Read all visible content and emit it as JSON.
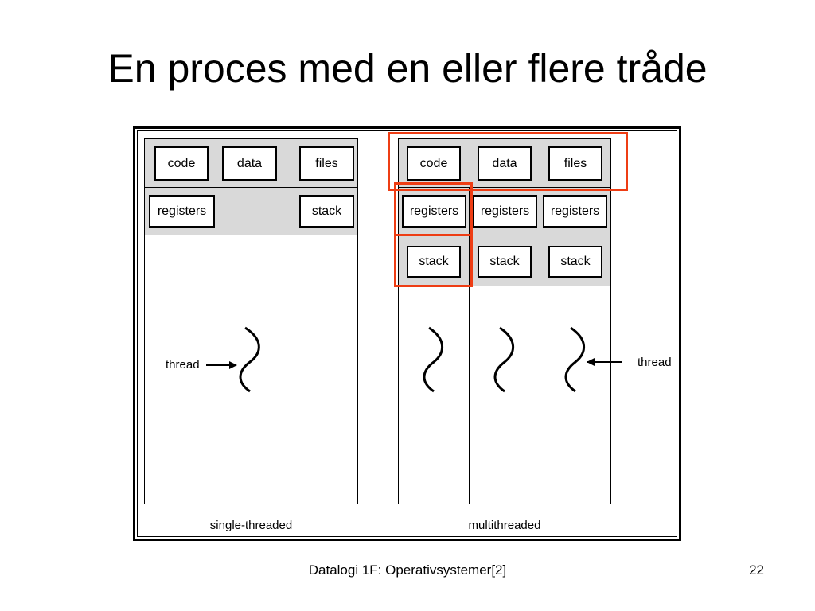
{
  "slide": {
    "title": "En proces med en eller flere tråde",
    "footer_text": "Datalogi 1F: Operativsystemer[2]",
    "page_number": "22",
    "highlight_color": "#ee3d14"
  },
  "single": {
    "code": "code",
    "data": "data",
    "files": "files",
    "registers": "registers",
    "stack": "stack",
    "thread_label": "thread",
    "caption": "single-threaded"
  },
  "multi": {
    "code": "code",
    "data": "data",
    "files": "files",
    "threads": [
      {
        "registers": "registers",
        "stack": "stack"
      },
      {
        "registers": "registers",
        "stack": "stack"
      },
      {
        "registers": "registers",
        "stack": "stack"
      }
    ],
    "thread_label": "thread",
    "caption": "multithreaded"
  }
}
